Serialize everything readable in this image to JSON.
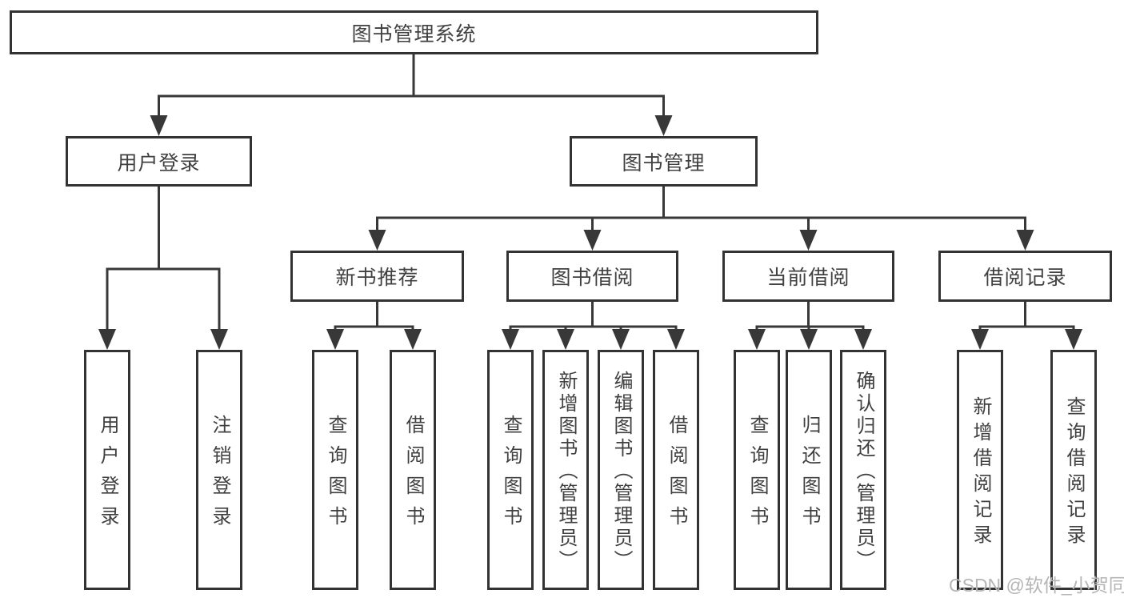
{
  "diagram": {
    "root": "图书管理系统",
    "user_branch": {
      "label": "用户登录",
      "children": [
        "用户登录",
        "注销登录"
      ]
    },
    "management_branch": {
      "label": "图书管理",
      "groups": [
        {
          "label": "新书推荐",
          "children": [
            "查询图书",
            "借阅图书"
          ]
        },
        {
          "label": "图书借阅",
          "children": [
            "查询图书",
            "新增图书（管理员）",
            "编辑图书（管理员）",
            "借阅图书"
          ]
        },
        {
          "label": "当前借阅",
          "children": [
            "查询图书",
            "归还图书",
            "确认归还（管理员）"
          ]
        },
        {
          "label": "借阅记录",
          "children": [
            "新增借阅记录",
            "查询借阅记录"
          ]
        }
      ]
    }
  },
  "colors": {
    "line": "#383838",
    "box_border": "#333333",
    "text": "#404040",
    "watermark": "#b5b5b5",
    "background": "#ffffff"
  },
  "watermark": "CSDN @软件_小贺同学"
}
